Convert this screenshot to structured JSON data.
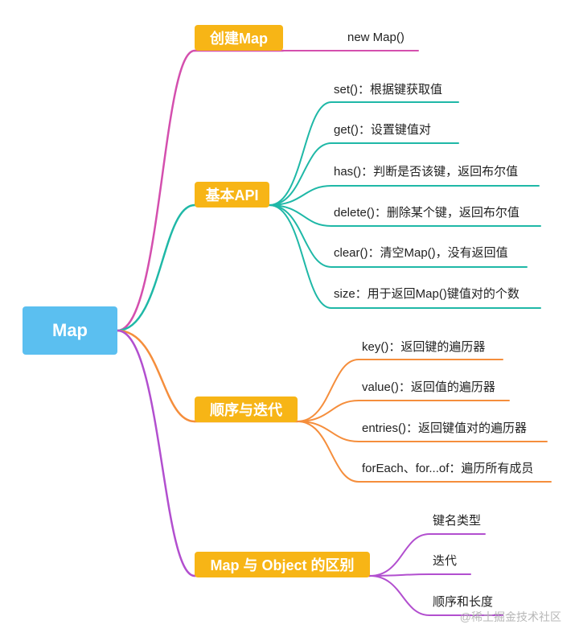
{
  "root": {
    "label": "Map"
  },
  "branches": [
    {
      "label": "创建Map",
      "color": "#d44fae",
      "leaves": [
        "new Map()"
      ]
    },
    {
      "label": "基本API",
      "color": "#1fb8a7",
      "leaves": [
        "set()：根据键获取值",
        "get()：设置键值对",
        "has()：判断是否该键，返回布尔值",
        "delete()：删除某个键，返回布尔值",
        "clear()：清空Map()，没有返回值",
        "size：用于返回Map()键值对的个数"
      ]
    },
    {
      "label": "顺序与迭代",
      "color": "#f58e3c",
      "leaves": [
        "key()：返回键的遍历器",
        "value()：返回值的遍历器",
        "entries()：返回键值对的遍历器",
        "forEach、for...of：遍历所有成员"
      ]
    },
    {
      "label": "Map 与 Object 的区别",
      "color": "#b24fcf",
      "leaves": [
        "键名类型",
        "迭代",
        "顺序和长度"
      ]
    }
  ],
  "watermark": "@稀土掘金技术社区"
}
